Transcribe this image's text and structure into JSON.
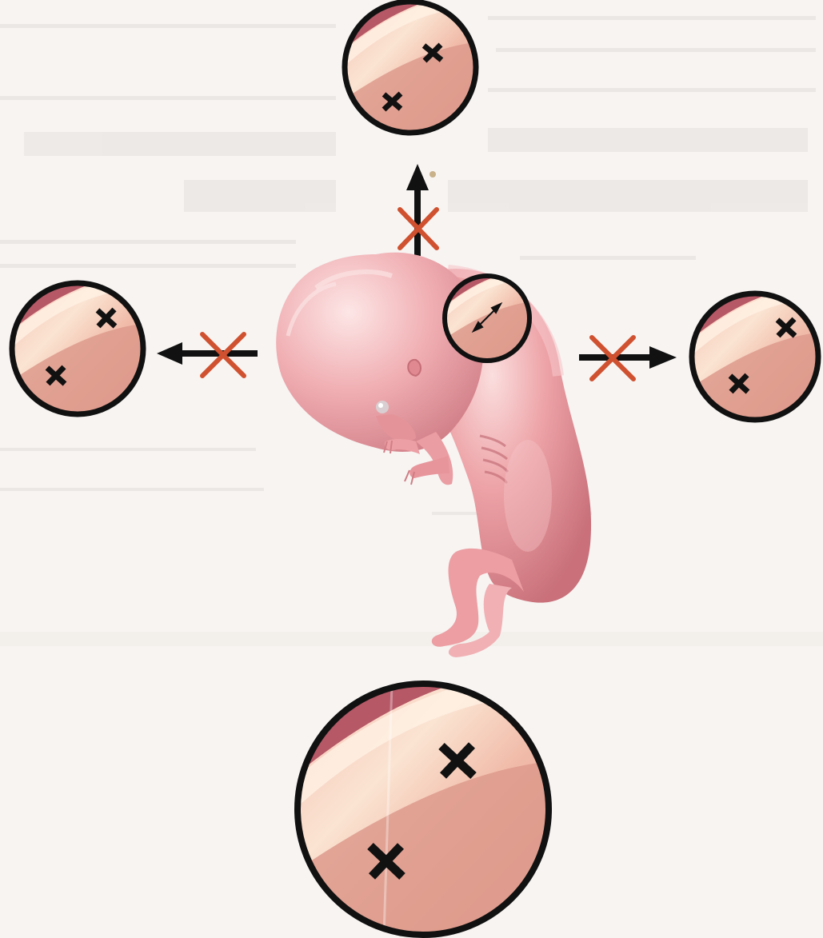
{
  "diagram": {
    "colors": {
      "background": "#f7f4f2",
      "ghost_text": "#c9c4c0",
      "embryo_light": "#f6c3c4",
      "embryo_mid": "#e68f93",
      "embryo_dark": "#b85a63",
      "skin_band": "#b25461",
      "skin_highlight": "#fbe2cf",
      "skin_inner": "#de8f86",
      "outline": "#111111",
      "cross_red": "#d0512f",
      "arrow": "#111111"
    },
    "magnifier_icon": "zoom-circle-icon",
    "markers_icon": "cross-marker-icon",
    "blocked_icon": "red-x-icon",
    "arrow_icon": "arrow-icon",
    "directions": [
      "up",
      "left",
      "right"
    ]
  }
}
